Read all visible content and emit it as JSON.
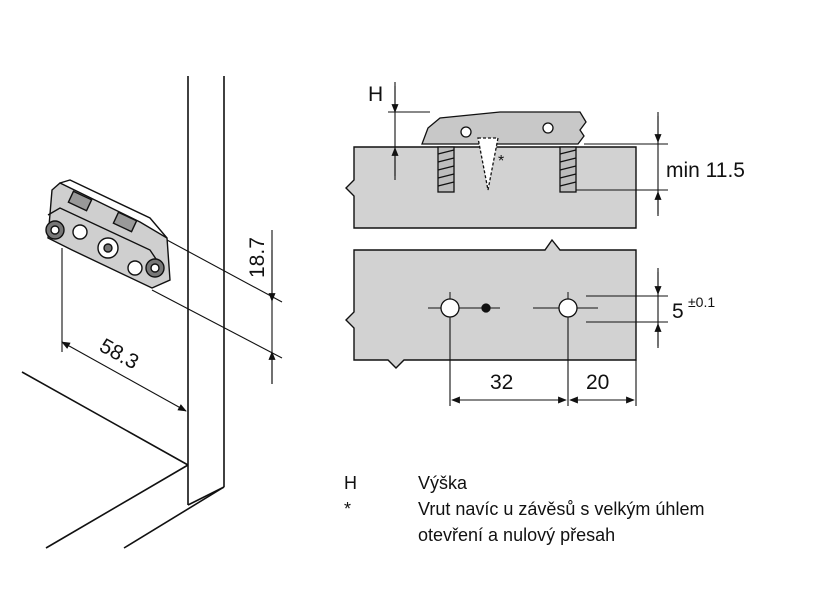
{
  "dimensions": {
    "height_label": "H",
    "min_thickness": "min 11.5",
    "vertical_span": "18.7",
    "edge_depth": "58.3",
    "setback_value": "5",
    "setback_tolerance": "±0.1",
    "hole_spacing": "32",
    "edge_distance": "20",
    "extra_screw_marker": "*"
  },
  "legend": [
    {
      "key": "H",
      "text": "Výška"
    },
    {
      "key": "*",
      "text": "Vrut navíc u závěsů s velkým úhlem"
    },
    {
      "key": "",
      "text": "otevření a nulový přesah"
    }
  ],
  "colors": {
    "panel_fill": "#d2d2d2",
    "line": "#111111",
    "metal": "#bdbdbd"
  }
}
